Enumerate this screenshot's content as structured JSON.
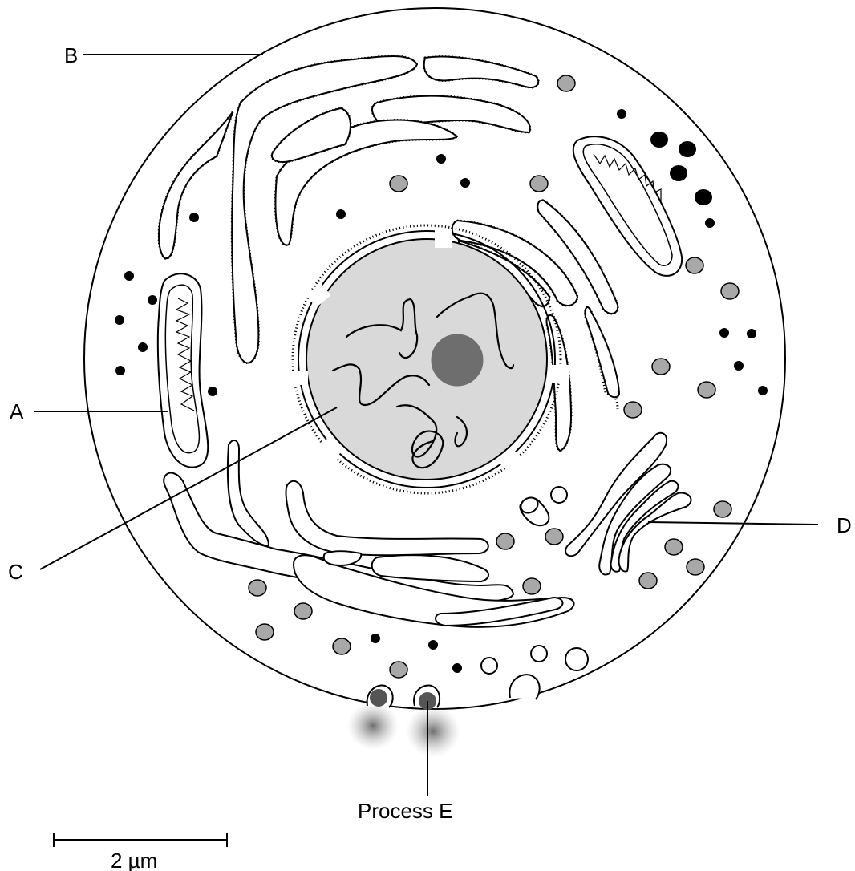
{
  "labels": {
    "a": "A",
    "b": "B",
    "c": "C",
    "d": "D",
    "e": "Process E",
    "scale": "2 µm"
  },
  "colors": {
    "nucleoplasm": "#d9d9d9",
    "nucleolus": "#6e6e6e",
    "granule": "#a8a8a8",
    "outline": "#000000",
    "cytoplasm": "#ffffff"
  }
}
